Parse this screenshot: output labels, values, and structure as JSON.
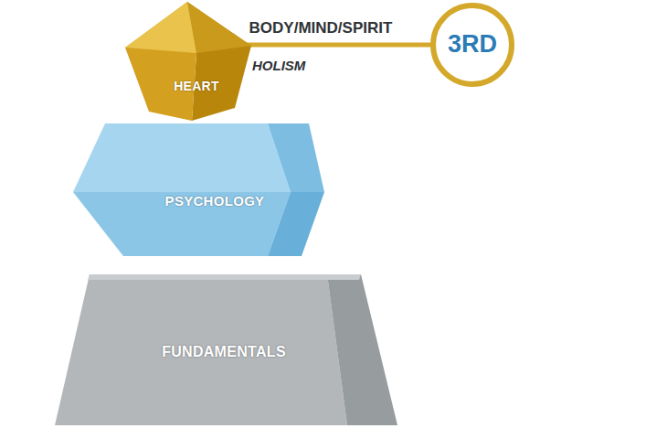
{
  "diagram": {
    "nodes": [
      {
        "text": [
          "HEART"
        ]
      },
      {
        "text": [
          "3RD"
        ]
      },
      {
        "text": [
          "PSYCHOLOGY"
        ]
      },
      {
        "text": [
          "FUNDAMENTALS"
        ]
      }
    ],
    "edges": [
      {
        "from": 0,
        "to": 1,
        "arrow": "none",
        "label": "BODY/MIND/SPIRIT"
      }
    ],
    "labels": [
      "HOLISM"
    ]
  }
}
